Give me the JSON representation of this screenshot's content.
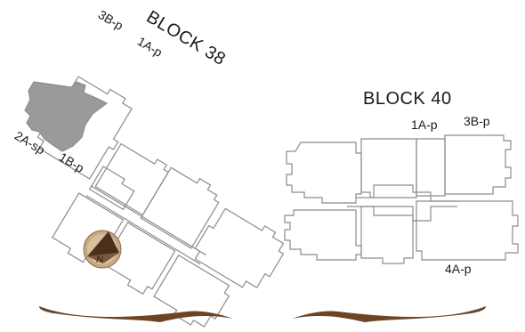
{
  "block38": {
    "title": "BLOCK 38",
    "labels": {
      "u3b": "3B-p",
      "u1a": "1A-p",
      "u2a": "2A-sp",
      "u1b": "1B-p"
    },
    "highlighted_unit": "2A-sp",
    "highlight_color": "#9a9a9a"
  },
  "block40": {
    "title": "BLOCK 40",
    "labels": {
      "u1a": "1A-p",
      "u3b": "3B-p",
      "u4a": "4A-p"
    }
  },
  "compass": {
    "label": "N",
    "icon": "north-compass-icon"
  },
  "colors": {
    "outline": "#8c8c8c",
    "compass_dark": "#4a2f1c",
    "compass_light": "#c8a882",
    "swoosh": "#6b4526"
  }
}
